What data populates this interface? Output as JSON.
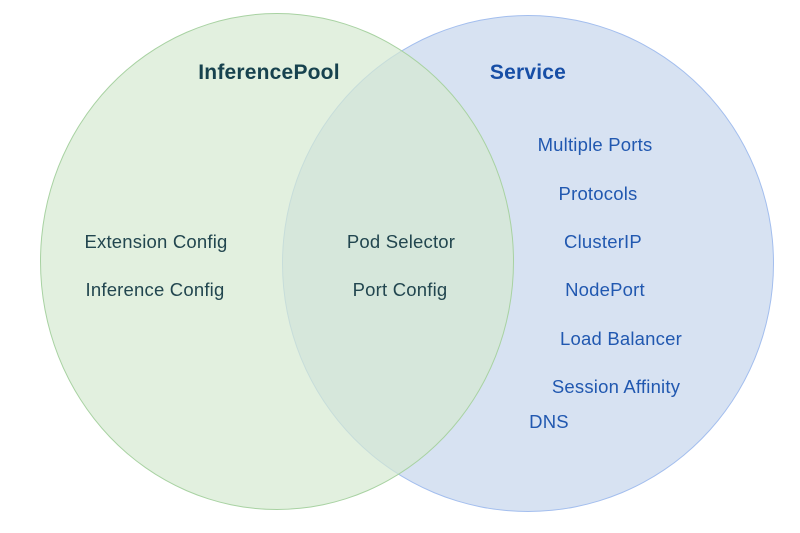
{
  "venn": {
    "left_circle": {
      "title": "InferencePool",
      "items": [
        "Extension Config",
        "Inference Config"
      ]
    },
    "intersection": {
      "items": [
        "Pod Selector",
        "Port Config"
      ]
    },
    "right_circle": {
      "title": "Service",
      "items": [
        "Multiple Ports",
        "Protocols",
        "ClusterIP",
        "NodePort",
        "Load Balancer",
        "Session Affinity",
        "DNS"
      ]
    },
    "colors": {
      "green_fill": "rgba(214,233,210,0.70)",
      "green_border": "#A8D2A2",
      "blue_fill": "#D7E2F2",
      "blue_border": "#A3BEEE",
      "overlap_resulting": "#D6E7DC",
      "teal_title": "#17424E",
      "teal_text": "#22464F",
      "blue_title": "#174EA6",
      "blue_text": "#2158B0",
      "background": "#FFFFFF"
    }
  }
}
